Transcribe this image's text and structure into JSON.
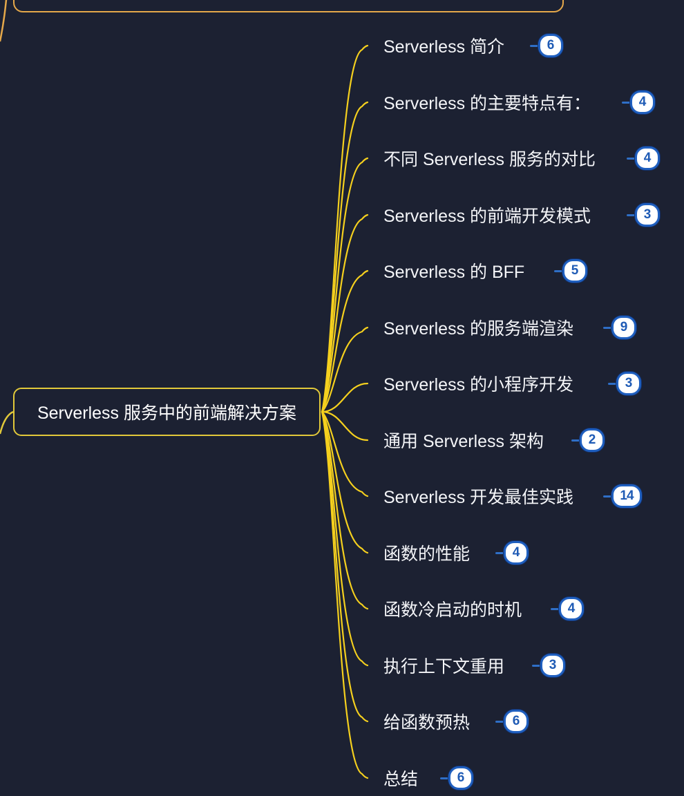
{
  "theme": {
    "background": "#1c2132",
    "branch_color": "#f5d01e",
    "root_border": "#e2c93a",
    "top_box_border": "#e5a84a",
    "badge_border": "#1f5fbf",
    "badge_text": "#1f5bb5",
    "text_color": "#f4f5f8"
  },
  "top_node": {
    "label": ""
  },
  "root": {
    "label": "Serverless 服务中的前端解决方案"
  },
  "children": [
    {
      "label": "Serverless 简介",
      "count": "6"
    },
    {
      "label": "Serverless 的主要特点有：",
      "count": "4"
    },
    {
      "label": "不同 Serverless 服务的对比",
      "count": "4"
    },
    {
      "label": " Serverless 的前端开发模式",
      "count": "3"
    },
    {
      "label": " Serverless 的 BFF",
      "count": "5"
    },
    {
      "label": "Serverless 的服务端渲染",
      "count": "9"
    },
    {
      "label": " Serverless 的小程序开发",
      "count": "3"
    },
    {
      "label": "通用 Serverless 架构",
      "count": "2"
    },
    {
      "label": "Serverless 开发最佳实践",
      "count": "14"
    },
    {
      "label": "函数的性能",
      "count": "4"
    },
    {
      "label": "函数冷启动的时机",
      "count": "4"
    },
    {
      "label": "执行上下文重用",
      "count": "3"
    },
    {
      "label": "给函数预热",
      "count": "6"
    },
    {
      "label": "总结",
      "count": "6"
    }
  ]
}
